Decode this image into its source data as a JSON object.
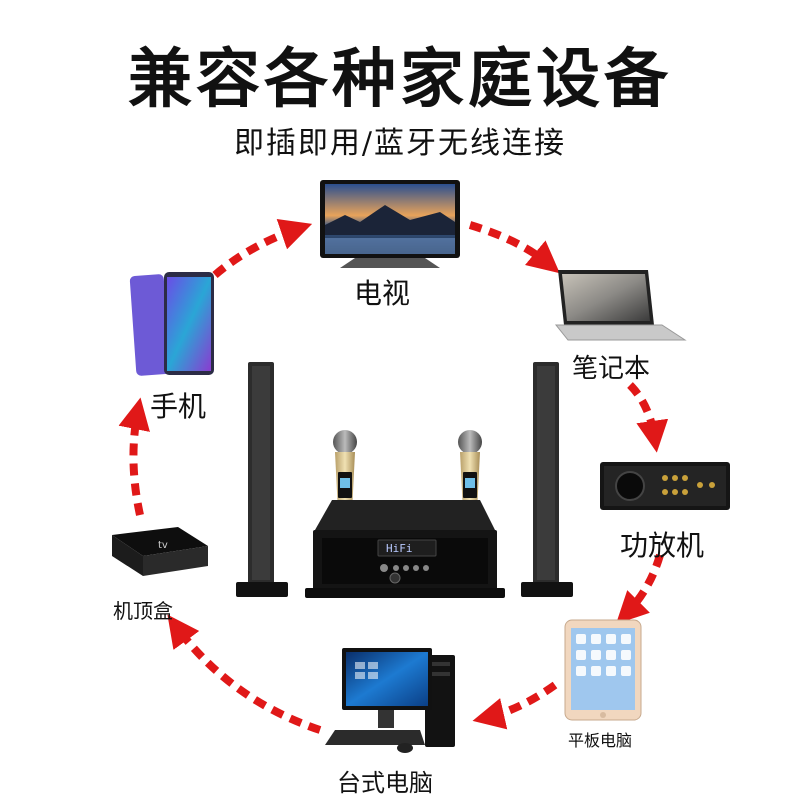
{
  "header": {
    "title": "兼容各种家庭设备",
    "subtitle": "即插即用/蓝牙无线连接"
  },
  "devices": {
    "tv": "电视",
    "laptop": "笔记本",
    "amplifier": "功放机",
    "tablet": "平板电脑",
    "desktop": "台式电脑",
    "set_top_box": "机顶盒",
    "phone": "手机"
  },
  "product": {
    "mic_display": "HiFi"
  },
  "colors": {
    "arrow": "#e01818",
    "device_dark": "#1a1a1a",
    "text": "#111111"
  }
}
